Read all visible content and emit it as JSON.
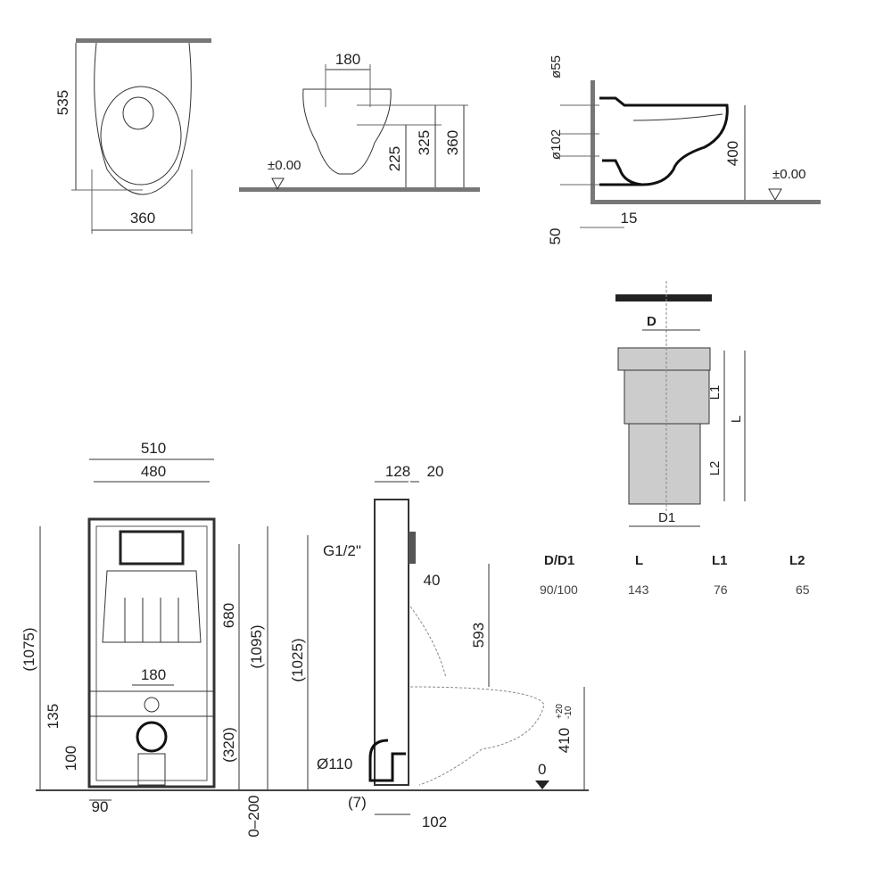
{
  "top_view": {
    "depth": "535",
    "width": "360"
  },
  "front_view": {
    "inlet_width": "180",
    "level": "±0.00",
    "h1": "225",
    "h2": "325",
    "h3": "360"
  },
  "side_view": {
    "d_top": "ø55",
    "d_outlet": "ø102",
    "height": "400",
    "level": "±0.00",
    "offset_bottom": "50",
    "offset_wall": "15"
  },
  "pipe": {
    "d": "D",
    "l": "L",
    "l1": "L1",
    "l2": "L2",
    "d1": "D1"
  },
  "table": {
    "headers": [
      "D/D1",
      "L",
      "L1",
      "L2"
    ],
    "row": [
      "90/100",
      "143",
      "76",
      "65"
    ]
  },
  "frame_front": {
    "outer_width": "510",
    "inner_width": "480",
    "h_total": "(1075)",
    "h_upper": "680",
    "h_outer": "(1095)",
    "flush_spacing": "180",
    "h_135": "135",
    "h_320": "(320)",
    "h_100": "100",
    "foot": "90",
    "adjust": "0–200"
  },
  "frame_side": {
    "depth": "128",
    "thickness": "20",
    "inlet": "G1/2\"",
    "offset_40": "40",
    "h_593": "593",
    "h_1025": "(1025)",
    "drain": "Ø110",
    "gap": "(7)",
    "offset_102": "102",
    "zero": "0",
    "seat_height": "410",
    "tol_plus": "+20",
    "tol_minus": "-10"
  }
}
